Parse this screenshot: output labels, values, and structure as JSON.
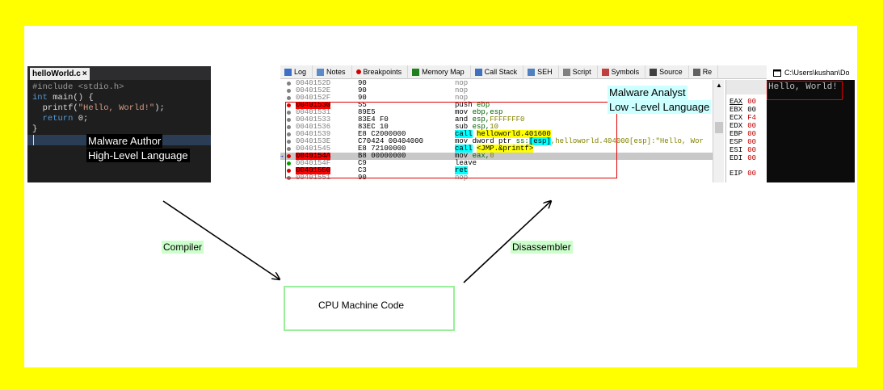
{
  "ide": {
    "tab_label": "helloWorld.c",
    "tab_close": "×",
    "code_lines": [
      {
        "parts": [
          {
            "t": "#include <stdio.h>",
            "c": "c-pp"
          }
        ]
      },
      {
        "parts": [
          {
            "t": "int",
            "c": "c-kw"
          },
          {
            "t": " main() {",
            "c": "c-plain"
          }
        ]
      },
      {
        "parts": [
          {
            "t": "  printf(",
            "c": "c-plain"
          },
          {
            "t": "\"Hello, World!\"",
            "c": "c-str"
          },
          {
            "t": ");",
            "c": "c-plain"
          }
        ]
      },
      {
        "parts": [
          {
            "t": "  return",
            "c": "c-kw"
          },
          {
            "t": " 0;",
            "c": "c-plain"
          }
        ]
      },
      {
        "parts": [
          {
            "t": "}",
            "c": "c-plain"
          }
        ]
      },
      {
        "parts": [
          {
            "t": "",
            "c": "c-plain"
          }
        ],
        "current": true
      }
    ],
    "label_line1": "Malware Author",
    "label_line2": "High-Level Language"
  },
  "debugger": {
    "tabs": [
      {
        "label": "Log",
        "icon": "log-icon"
      },
      {
        "label": "Notes",
        "icon": "notes-icon"
      },
      {
        "label": "Breakpoints",
        "icon": "breakpoint-icon"
      },
      {
        "label": "Memory Map",
        "icon": "memory-map-icon"
      },
      {
        "label": "Call Stack",
        "icon": "call-stack-icon"
      },
      {
        "label": "SEH",
        "icon": "seh-icon"
      },
      {
        "label": "Script",
        "icon": "script-icon"
      },
      {
        "label": "Symbols",
        "icon": "symbols-icon"
      },
      {
        "label": "Source",
        "icon": "source-icon"
      },
      {
        "label": "Re",
        "icon": "references-icon"
      }
    ],
    "rows": [
      {
        "addr": "0040152D",
        "hex": "90",
        "asm": [
          {
            "t": "nop",
            "c": "gray"
          }
        ],
        "dot": "gray",
        "addr_style": ""
      },
      {
        "addr": "0040152E",
        "hex": "90",
        "asm": [
          {
            "t": "nop",
            "c": "gray"
          }
        ],
        "dot": "gray",
        "addr_style": ""
      },
      {
        "addr": "0040152F",
        "hex": "90",
        "asm": [
          {
            "t": "nop",
            "c": "gray"
          }
        ],
        "dot": "gray",
        "addr_style": ""
      },
      {
        "addr": "00401530",
        "hex": "55",
        "asm": [
          {
            "t": "push ",
            "c": ""
          },
          {
            "t": "ebp",
            "c": "kw-reg"
          }
        ],
        "dot": "red",
        "addr_style": "bp"
      },
      {
        "addr": "00401531",
        "hex": "89E5",
        "asm": [
          {
            "t": "mov ",
            "c": ""
          },
          {
            "t": "ebp,esp",
            "c": "kw-reg"
          }
        ],
        "dot": "gray",
        "addr_style": ""
      },
      {
        "addr": "00401533",
        "hex": "83E4 F0",
        "asm": [
          {
            "t": "and ",
            "c": ""
          },
          {
            "t": "esp,",
            "c": "kw-reg"
          },
          {
            "t": "FFFFFFF0",
            "c": "kw-num"
          }
        ],
        "dot": "gray",
        "addr_style": ""
      },
      {
        "addr": "00401536",
        "hex": "83EC 10",
        "asm": [
          {
            "t": "sub ",
            "c": ""
          },
          {
            "t": "esp,",
            "c": "kw-reg"
          },
          {
            "t": "10",
            "c": "kw-num"
          }
        ],
        "dot": "gray",
        "addr_style": ""
      },
      {
        "addr": "00401539",
        "hex": "E8 C2000000",
        "asm": [
          {
            "t": "call",
            "c": "kw-call"
          },
          {
            "t": " ",
            "c": ""
          },
          {
            "t": "helloworld.401600",
            "c": "kw-target"
          }
        ],
        "dot": "gray",
        "addr_style": ""
      },
      {
        "addr": "0040153E",
        "hex": "C70424 00404000",
        "asm": [
          {
            "t": "mov dword ptr ",
            "c": ""
          },
          {
            "t": "ss:",
            "c": "kw-reg"
          },
          {
            "t": "[esp]",
            "c": "kw-call"
          },
          {
            "t": ",helloworld.404000[esp]:\"Hello, Wor",
            "c": "kw-num"
          }
        ],
        "dot": "gray",
        "addr_style": ""
      },
      {
        "addr": "00401545",
        "hex": "E8 72100000",
        "asm": [
          {
            "t": "call",
            "c": "kw-call"
          },
          {
            "t": " ",
            "c": ""
          },
          {
            "t": "<JMP.&printf>",
            "c": "kw-target"
          }
        ],
        "dot": "gray",
        "addr_style": ""
      },
      {
        "addr": "0040154A",
        "hex": "B8 00000000",
        "asm": [
          {
            "t": "mov ",
            "c": ""
          },
          {
            "t": "eax,",
            "c": "kw-reg"
          },
          {
            "t": "0",
            "c": "kw-num"
          }
        ],
        "dot": "red",
        "addr_style": "bpa",
        "highlight": true,
        "current": true
      },
      {
        "addr": "0040154F",
        "hex": "C9",
        "asm": [
          {
            "t": "leave",
            "c": ""
          }
        ],
        "dot": "green",
        "addr_style": ""
      },
      {
        "addr": "00401550",
        "hex": "C3",
        "asm": [
          {
            "t": "ret",
            "c": "kw-ret"
          }
        ],
        "dot": "red",
        "addr_style": "bp"
      },
      {
        "addr": "00401551",
        "hex": "90",
        "asm": [
          {
            "t": "nop",
            "c": "gray"
          }
        ],
        "dot": "gray",
        "addr_style": ""
      }
    ],
    "current_arrow": "→",
    "scroll_up": "▲",
    "registers": [
      {
        "name": "EAX",
        "val": "00",
        "underline": true
      },
      {
        "name": "EBX",
        "val": "00",
        "plain": true
      },
      {
        "name": "ECX",
        "val": "F4"
      },
      {
        "name": "EDX",
        "val": "00"
      },
      {
        "name": "EBP",
        "val": "00"
      },
      {
        "name": "ESP",
        "val": "00"
      },
      {
        "name": "ESI",
        "val": "00"
      },
      {
        "name": "EDI",
        "val": "00"
      },
      {
        "name": "EIP",
        "val": "00"
      }
    ],
    "label_line1": "Malware Analyst",
    "label_line2": "Low -Level Language"
  },
  "console": {
    "title": "C:\\Users\\kushan\\Do",
    "output": "Hello, World!"
  },
  "flow": {
    "compiler_label": "Compiler",
    "disassembler_label": "Disassembler",
    "machine_code_label": "CPU Machine Code"
  },
  "colors": {
    "background": "#ffff00",
    "highlight_box": "#e00000",
    "machine_box_border": "#99ee99"
  }
}
